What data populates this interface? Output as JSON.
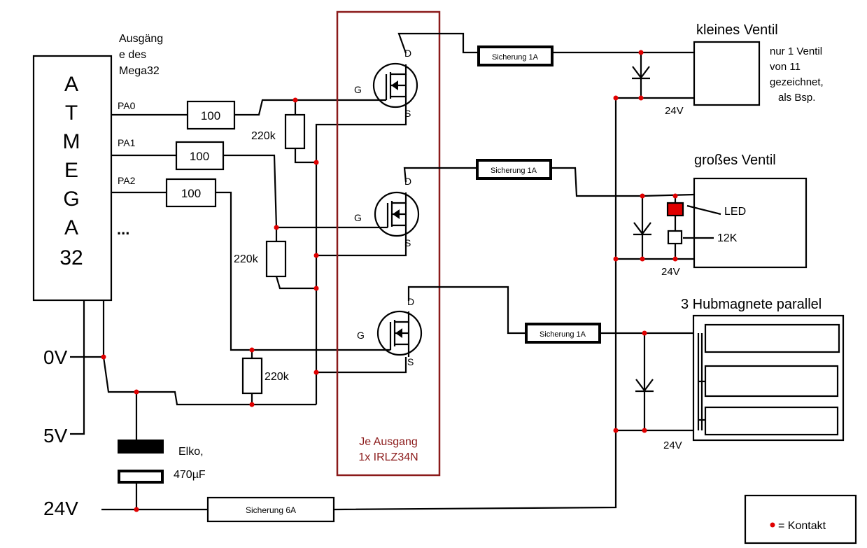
{
  "mcu": {
    "letters": [
      "A",
      "T",
      "M",
      "E",
      "G",
      "A",
      "32"
    ],
    "outputs_label": [
      "Ausgäng",
      "e des",
      "Mega32"
    ],
    "pins": [
      "PA0",
      "PA1",
      "PA2"
    ],
    "more": "..."
  },
  "resistors": {
    "series": [
      "100",
      "100",
      "100"
    ],
    "pulldown": [
      "220k",
      "220k",
      "220k"
    ]
  },
  "mosfet": {
    "gate": "G",
    "drain": "D",
    "source": "S",
    "note_line1": "Je Ausgang",
    "note_line2": "1x IRLZ34N"
  },
  "fuses": {
    "f1": "Sicherung 1A",
    "f2": "Sicherung 1A",
    "f3": "Sicherung 1A",
    "main": "Sicherung 6A"
  },
  "loads": {
    "small_valve": "kleines Ventil",
    "small_note": [
      "nur 1 Ventil",
      "von 11",
      "gezeichnet,",
      "als Bsp."
    ],
    "large_valve": "großes Ventil",
    "led": "LED",
    "r12k": "12K",
    "magnets": "3 Hubmagnete parallel",
    "v24": [
      "24V",
      "24V",
      "24V"
    ]
  },
  "supply": {
    "v0": "0V",
    "v5": "5V",
    "v24": "24V",
    "cap_line1": "Elko,",
    "cap_line2": "470µF"
  },
  "legend": {
    "text": "= Kontakt"
  },
  "colors": {
    "contact": "#e00000",
    "note_box": "#8b1a1a",
    "led": "#e00000"
  }
}
